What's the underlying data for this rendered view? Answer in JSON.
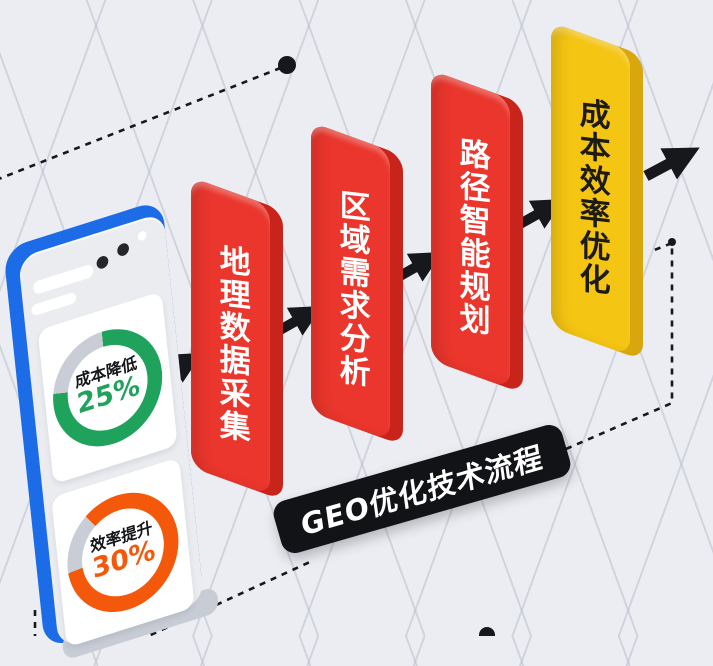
{
  "background": {
    "base": "#ecedf2",
    "grid_line": "#bdc4ce"
  },
  "decorations": {
    "dash_color": "#17181b",
    "arrow_color": "#17181b",
    "icons": [
      "flow-arrow-icon",
      "connector-dot-icon",
      "dashed-line"
    ]
  },
  "phone": {
    "frame_color": "#1c6ce8",
    "face_color": "#eaecf0",
    "metrics": [
      {
        "label": "成本降低",
        "value": "25%",
        "accent": "#1fa35c",
        "track": "#c8cdd6",
        "percent": 25,
        "ring": [
          {
            "c": "#1fa35c",
            "f": 0,
            "t": 78
          },
          {
            "c": "#c8cdd6",
            "f": 78,
            "t": 100
          }
        ]
      },
      {
        "label": "效率提升",
        "value": "30%",
        "accent": "#f4580a",
        "track": "#c8cdd6",
        "percent": 30,
        "ring": [
          {
            "c": "#f4580a",
            "f": 0,
            "t": 74
          },
          {
            "c": "#c8cdd6",
            "f": 74,
            "t": 90
          },
          {
            "c": "#f4580a",
            "f": 90,
            "t": 100
          }
        ]
      }
    ]
  },
  "process": {
    "banner": {
      "label": "GEO优化技术流程",
      "bg": "#121317",
      "color": "#ffffff"
    },
    "steps": [
      {
        "label": "地理数据采集",
        "face": "#ea362c",
        "side": "#c9241c",
        "text": "#ffffff"
      },
      {
        "label": "区域需求分析",
        "face": "#ea362c",
        "side": "#c9241c",
        "text": "#ffffff"
      },
      {
        "label": "路径智能规划",
        "face": "#ea362c",
        "side": "#c9241c",
        "text": "#ffffff"
      },
      {
        "label": "成本效率优化",
        "face": "#f5c513",
        "side": "#d8a60d",
        "text": "#1c1b16"
      }
    ]
  }
}
